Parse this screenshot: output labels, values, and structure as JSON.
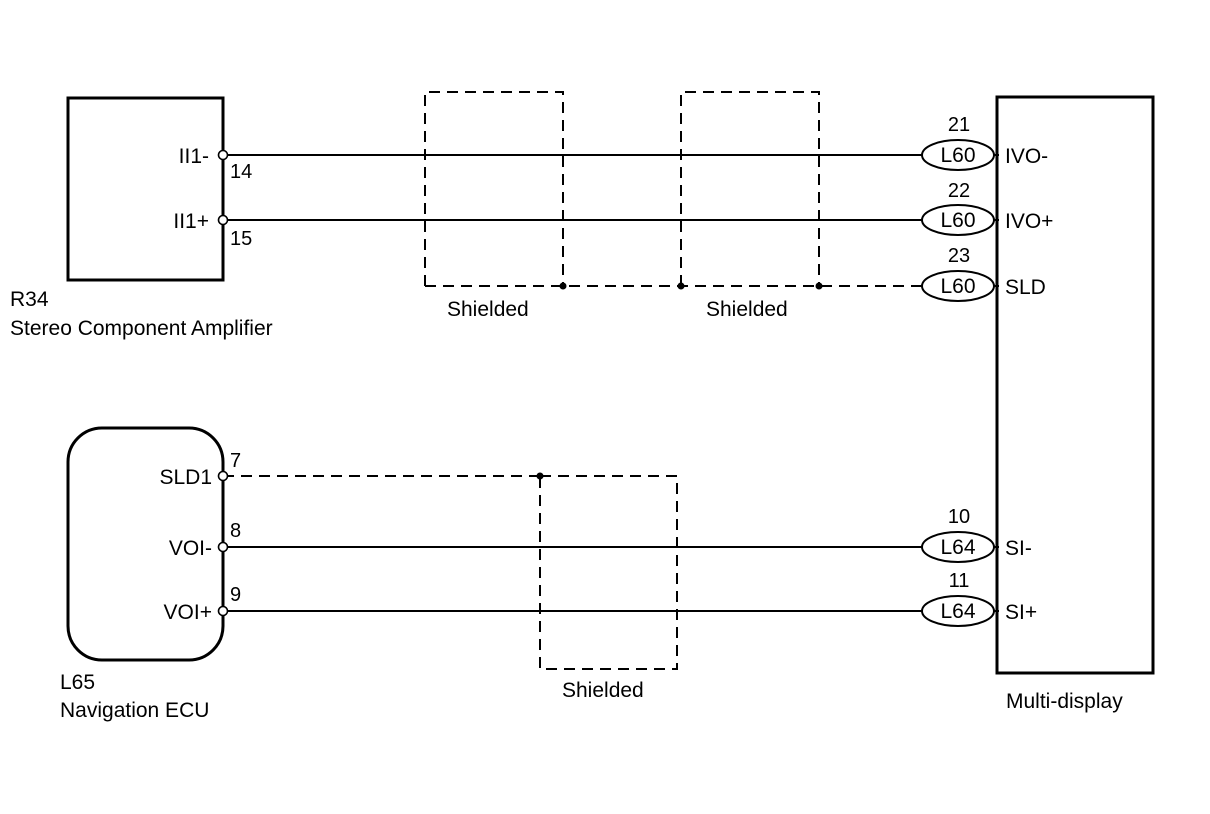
{
  "components": {
    "amplifier": {
      "code": "R34",
      "name": "Stereo Component Amplifier"
    },
    "nav_ecu": {
      "code": "L65",
      "name": "Navigation ECU"
    },
    "display": {
      "name": "Multi-display"
    }
  },
  "amplifier_terminals": [
    {
      "name": "II1-",
      "pin": "14"
    },
    {
      "name": "II1+",
      "pin": "15"
    }
  ],
  "nav_terminals": [
    {
      "name": "SLD1",
      "pin": "7"
    },
    {
      "name": "VOI-",
      "pin": "8"
    },
    {
      "name": "VOI+",
      "pin": "9"
    }
  ],
  "display_terminals": [
    {
      "connector": "L60",
      "pin": "21",
      "name": "IVO-"
    },
    {
      "connector": "L60",
      "pin": "22",
      "name": "IVO+"
    },
    {
      "connector": "L60",
      "pin": "23",
      "name": "SLD"
    },
    {
      "connector": "L64",
      "pin": "10",
      "name": "SI-"
    },
    {
      "connector": "L64",
      "pin": "11",
      "name": "SI+"
    }
  ],
  "shield_labels": [
    "Shielded",
    "Shielded",
    "Shielded"
  ]
}
